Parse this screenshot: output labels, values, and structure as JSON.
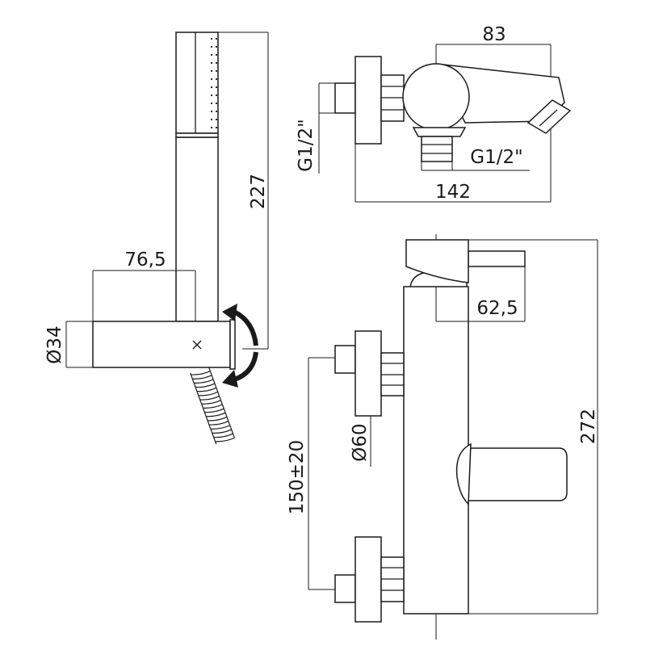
{
  "colors": {
    "line": "#1a1a1a",
    "background": "#ffffff"
  },
  "hand_shower": {
    "length_label": "227",
    "bracket_offset_label": "76,5",
    "bracket_diameter_label": "Ø34",
    "rotation_arrows_icon": "rotate-arrows-icon"
  },
  "top_view": {
    "spout_reach_label": "83",
    "overall_depth_label": "142",
    "wall_inlet_thread_label": "G1/2\"",
    "shower_outlet_thread_label": "G1/2\""
  },
  "front_view": {
    "lever_offset_label": "62,5",
    "overall_height_label": "272",
    "flange_diameter_label": "Ø60",
    "inlet_centers_label": "150±20"
  }
}
